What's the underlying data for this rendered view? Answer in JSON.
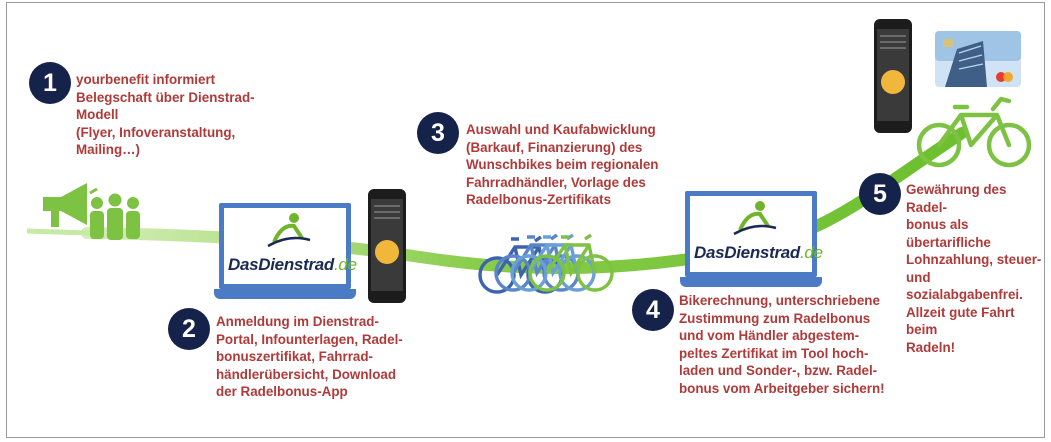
{
  "colors": {
    "step_circle": "#15234a",
    "step_text": "#b03a3a",
    "accent_green": "#7dc242",
    "laptop_blue": "#4a7bc4"
  },
  "brand": {
    "name": "DasDienstrad",
    "suffix": ".de"
  },
  "steps": [
    {
      "number": "1",
      "text": "yourbenefit informiert\nBelegschaft über Dienstrad-\nModell\n(Flyer, Infoveranstaltung,\nMailing…)"
    },
    {
      "number": "2",
      "text": "Anmeldung im  Dienstrad-\nPortal, Infounterlagen, Radel-\nbonuszertifikat,  Fahrrad-\nhändlerübersicht, Download\nder Radelbonus-App"
    },
    {
      "number": "3",
      "text": "Auswahl und Kaufabwicklung\n(Barkauf, Finanzierung) des\nWunschbikes beim regionalen\nFahrradhändler, Vorlage des\nRadelbonus-Zertifikats"
    },
    {
      "number": "4",
      "text": "Bikerechnung, unterschriebene\nZustimmung zum Radelbonus\nund vom Händler abgestem-\npeltes Zertifikat im Tool hoch-\nladen und Sonder-, bzw. Radel-\nbonus vom Arbeitgeber sichern!"
    },
    {
      "number": "5",
      "text": "Gewährung des Radel-\nbonus als übertarifliche\nLohnzahlung, steuer-\nund sozialabgabenfrei.\nAllzeit gute Fahrt beim\nRadeln!"
    }
  ],
  "icons": {
    "megaphone": "megaphone-icon",
    "people": "people-icon",
    "laptop": "laptop-icon",
    "smartphone": "smartphone-icon",
    "bicycles": "bicycles-icon",
    "bicycle": "bicycle-icon",
    "payment_card": "payment-card-icon"
  }
}
